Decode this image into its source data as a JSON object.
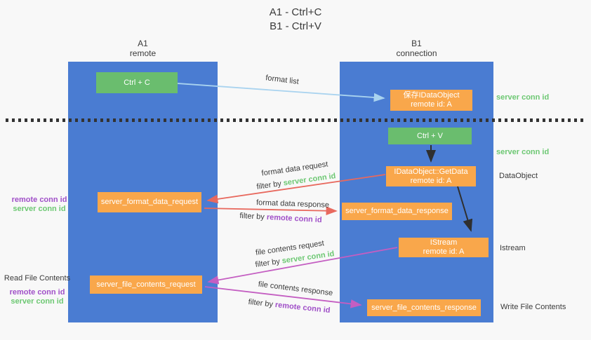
{
  "title": {
    "line1": "A1 - Ctrl+C",
    "line2": "B1 - Ctrl+V"
  },
  "columns": {
    "a": {
      "id": "A1",
      "name": "remote"
    },
    "b": {
      "id": "B1",
      "name": "connection"
    }
  },
  "nodes": {
    "ctrl_c": "Ctrl + C",
    "ctrl_v": "Ctrl + V",
    "save_dataobject_line1": "保存IDataObject",
    "save_dataobject_line2": "remote id: A",
    "getdata_line1": "IDataObject::GetData",
    "getdata_line2": "remote id: A",
    "istream_line1": "IStream",
    "istream_line2": "remote id: A",
    "format_request": "server_format_data_request",
    "format_response": "server_format_data_response",
    "file_request": "server_file_contents_request",
    "file_response": "server_file_contents_response"
  },
  "flows": {
    "format_list": "format list",
    "format_request_title": "format data request",
    "format_request_filter_prefix": "filter by ",
    "format_request_filter_key": "server conn id",
    "format_response_title": "format data response",
    "format_response_filter_prefix": "filter by ",
    "format_response_filter_key": "remote conn id",
    "file_request_title": "file contents request",
    "file_request_filter_prefix": "filter by ",
    "file_request_filter_key": "server conn id",
    "file_response_title": "file contents response",
    "file_response_filter_prefix": "filter by ",
    "file_response_filter_key": "remote conn id"
  },
  "side_labels": {
    "right_server_conn_top": "server conn id",
    "right_server_conn_mid": "server conn id",
    "right_dataobject": "DataObject",
    "right_istream": "Istream",
    "right_write_file": "Write File Contents",
    "left_remote_conn_1": "remote conn id",
    "left_server_conn_1": "server conn id",
    "left_read_file": "Read File Contents",
    "left_remote_conn_2": "remote conn id",
    "left_server_conn_2": "server conn id"
  },
  "colors": {
    "panel_blue": "#4a7cd2",
    "node_green": "#6abd6e",
    "node_orange": "#f9a74b",
    "arrow_red": "#e8695e",
    "arrow_magenta": "#c45ec2",
    "arrow_light_blue": "#a9d3ef",
    "arrow_black": "#2f2f2f",
    "text_green": "#6dc873",
    "text_purple": "#a050c8",
    "text_dark": "#3a3a3a",
    "background": "#f8f8f8"
  }
}
